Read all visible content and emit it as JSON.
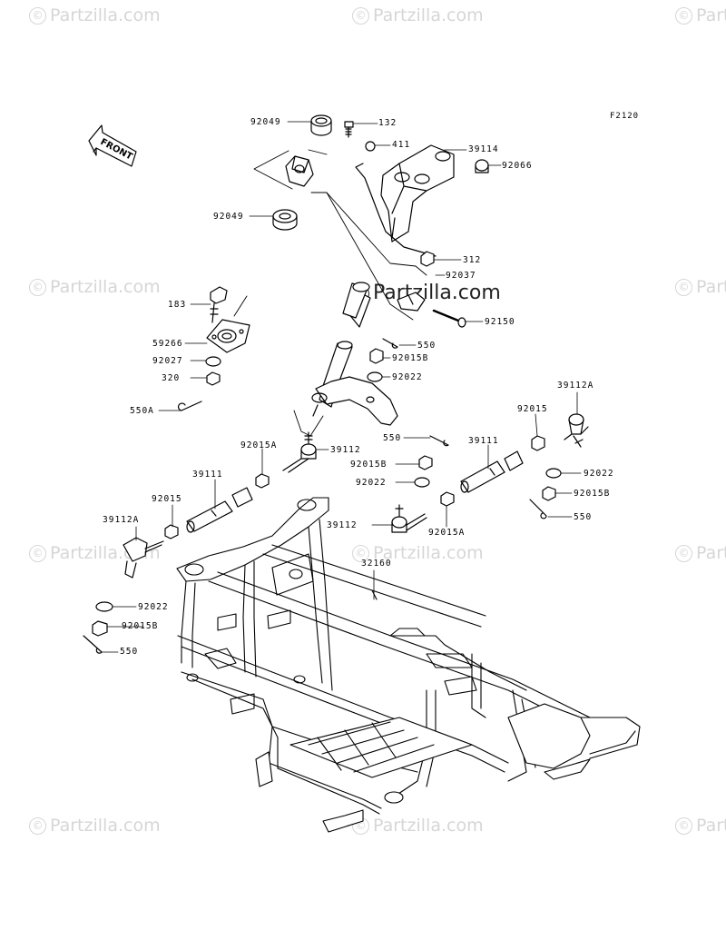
{
  "watermark": "Partzilla.com",
  "figure_code": "F2120",
  "front_arrow_text": "FRONT",
  "labels": {
    "l92049a": "92049",
    "l132": "132",
    "l411": "411",
    "l39114": "39114",
    "l92066": "92066",
    "l92049b": "92049",
    "l312": "312",
    "l92037": "92037",
    "l183": "183",
    "l92150": "92150",
    "l59266": "59266",
    "l550a": "550",
    "l92027": "92027",
    "l92015Ba": "92015B",
    "l320": "320",
    "l92022a": "92022",
    "l550A": "550A",
    "l39112Ar": "39112A",
    "l92015r": "92015",
    "l92015Al": "92015A",
    "l39112a": "39112",
    "l550b": "550",
    "l39111r": "39111",
    "l92015Bb": "92015B",
    "l92022b": "92022",
    "l39111l": "39111",
    "l92022r": "92022",
    "l92015Br": "92015B",
    "l92015l": "92015",
    "l550r": "550",
    "l39112Al": "39112A",
    "l39112b": "39112",
    "l92015Ab": "92015A",
    "l32160": "32160",
    "l92022l": "92022",
    "l92015Bl": "92015B",
    "l550l": "550"
  }
}
